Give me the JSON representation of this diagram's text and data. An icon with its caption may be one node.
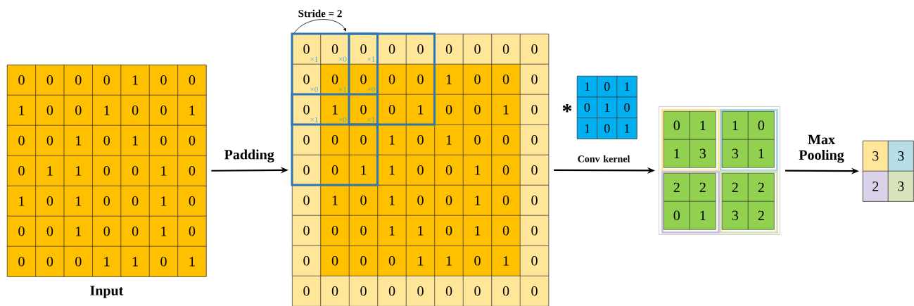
{
  "diagram": {
    "nodes": [
      {
        "text": [
          "0",
          "0",
          "0",
          "0",
          "1",
          "0",
          "0",
          "1",
          "0",
          "0",
          "1",
          "0",
          "0",
          "1",
          "0",
          "0",
          "1",
          "0",
          "1",
          "0",
          "0",
          "0",
          "1",
          "1",
          "0",
          "0",
          "1",
          "0",
          "1",
          "0",
          "1",
          "0",
          "0",
          "1",
          "0",
          "0",
          "0",
          "1",
          "0",
          "0",
          "1",
          "0",
          "0",
          "0",
          "0",
          "1",
          "1",
          "0",
          "1"
        ],
        "beside": [
          "Input"
        ]
      },
      {
        "text": [
          "0",
          "0",
          "0",
          "0",
          "0",
          "0",
          "0",
          "0",
          "0",
          "0",
          "0",
          "0",
          "0",
          "0",
          "1",
          "0",
          "0",
          "0",
          "0",
          "1",
          "0",
          "0",
          "1",
          "0",
          "0",
          "1",
          "0",
          "0",
          "0",
          "0",
          "1",
          "0",
          "1",
          "0",
          "0",
          "0",
          "0",
          "0",
          "1",
          "1",
          "0",
          "0",
          "1",
          "0",
          "0",
          "0",
          "1",
          "0",
          "1",
          "0",
          "0",
          "1",
          "0",
          "0",
          "0",
          "0",
          "0",
          "1",
          "1",
          "0",
          "1",
          "0",
          "0",
          "0",
          "0",
          "0",
          "0",
          "1",
          "1",
          "0",
          "1",
          "0",
          "0",
          "0",
          "0",
          "0",
          "0",
          "0",
          "0",
          "0",
          "0"
        ]
      },
      {
        "text": [
          "1",
          "0",
          "1",
          "0",
          "1",
          "0",
          "1",
          "0",
          "1"
        ]
      },
      {
        "text": [],
        "shape": "box"
      },
      {
        "text": [
          "0",
          "1",
          "1",
          "3"
        ],
        "in": 3
      },
      {
        "text": [
          "1",
          "0",
          "3",
          "1"
        ],
        "in": 3
      },
      {
        "text": [
          "2",
          "2",
          "0",
          "1"
        ],
        "in": 3
      },
      {
        "text": [
          "2",
          "2",
          "3",
          "2"
        ],
        "in": 3
      },
      {
        "text": [
          "3",
          "3",
          "2",
          "3"
        ]
      }
    ],
    "edges": [
      {
        "from": 0,
        "to": 1,
        "arrow": "to",
        "label": "Padding"
      },
      {
        "from": 1,
        "to": 3,
        "arrow": "to",
        "label": "Conv kernel"
      },
      {
        "from": 3,
        "to": 8,
        "arrow": "to",
        "label": "Max Pooling"
      }
    ],
    "labels": [
      "Stride = 2",
      "×1",
      "×0",
      "×1",
      "×0",
      "×1",
      "×0",
      "×1",
      "×0",
      "×1",
      "*"
    ]
  }
}
